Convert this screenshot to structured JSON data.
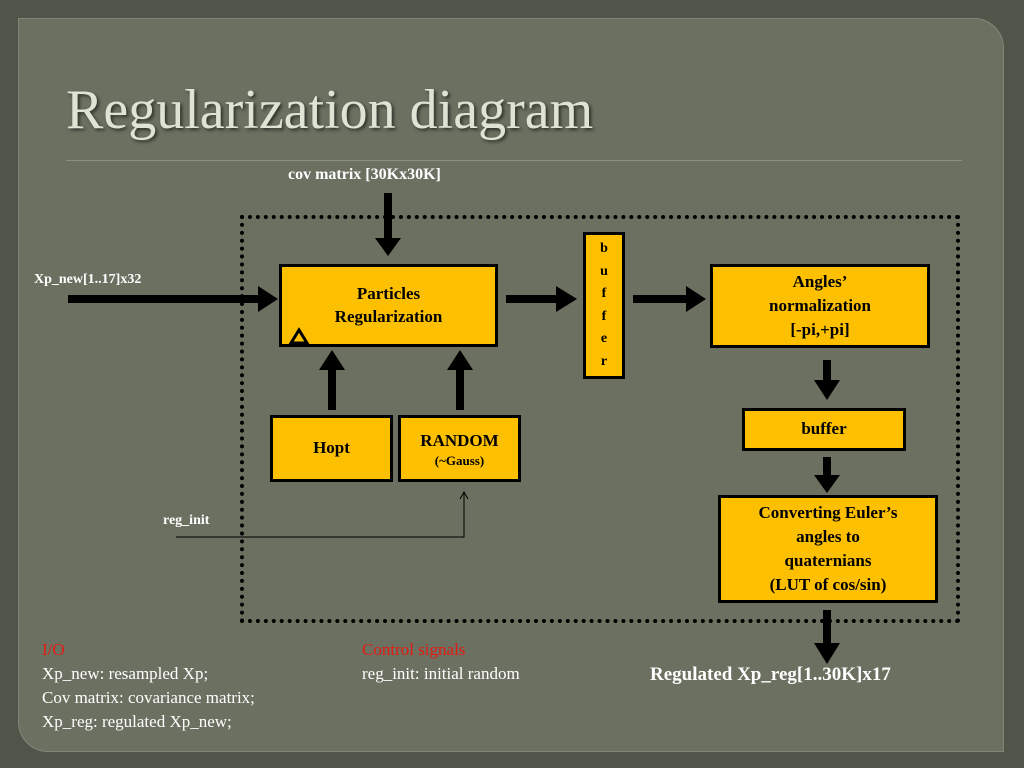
{
  "title": "Regularization diagram",
  "labels": {
    "cov_matrix": "cov matrix [30Kx30K]",
    "xp_new": "Xp_new[1..17]x32",
    "reg_init": "reg_init",
    "output": "Regulated Xp_reg[1..30K]x17"
  },
  "boxes": {
    "particles_line1": "Particles",
    "particles_line2": "Regularization",
    "buffer_vertical": [
      "b",
      "u",
      "f",
      "f",
      "e",
      "r"
    ],
    "angles_line1": "Angles’",
    "angles_line2": "normalization",
    "angles_line3": "[-pi,+pi]",
    "hopt": "Hopt",
    "random_line1": "RANDOM",
    "random_line2": "(~Gauss)",
    "buffer": "buffer",
    "converting_line1": "Converting Euler’s",
    "converting_line2": "angles to",
    "converting_line3": "quaternians",
    "converting_line4": "(LUT of cos/sin)"
  },
  "legend": {
    "io_heading": "I/O",
    "io_items": [
      "Xp_new: resampled Xp;",
      "Cov matrix: covariance matrix;",
      "Xp_reg: regulated Xp_new;"
    ],
    "control_heading": "Control signals",
    "control_items": [
      "reg_init: initial random"
    ]
  },
  "colors": {
    "background": "#6b7061",
    "box_fill": "#fdc000",
    "heading_red": "#e41b12",
    "title": "#dfe3d5"
  }
}
